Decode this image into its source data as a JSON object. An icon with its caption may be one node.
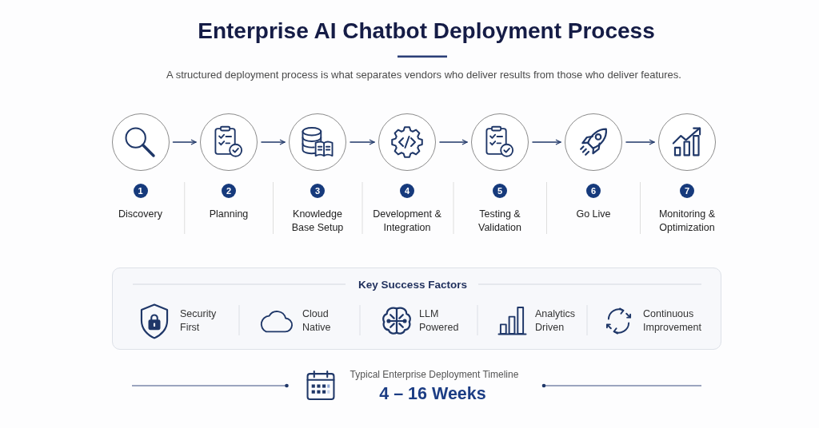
{
  "diagram": {
    "title": "Enterprise AI Chatbot Deployment Process",
    "nodes": [
      {
        "text": [],
        "shape": "circle",
        "beside": [
          "1",
          "Discovery"
        ]
      },
      {
        "text": [],
        "shape": "circle",
        "beside": [
          "2",
          "Planning"
        ]
      },
      {
        "text": [],
        "shape": "circle",
        "beside": [
          "3",
          "Knowledge Base Setup"
        ]
      },
      {
        "text": [],
        "shape": "circle",
        "beside": [
          "4",
          "Development & Integration"
        ]
      },
      {
        "text": [],
        "shape": "circle",
        "beside": [
          "5",
          "Testing & Validation"
        ]
      },
      {
        "text": [],
        "shape": "circle",
        "beside": [
          "6",
          "Go Live"
        ]
      },
      {
        "text": [],
        "shape": "circle",
        "beside": [
          "7",
          "Monitoring & Optimization"
        ]
      },
      {
        "text": [
          "Key Success Factors",
          "Security First",
          "Cloud Native",
          "LLM Powered",
          "Analytics Driven",
          "Continuous Improvement"
        ]
      }
    ],
    "edges": [
      {
        "from": 0,
        "to": 1,
        "arrow": "to"
      },
      {
        "from": 1,
        "to": 2,
        "arrow": "to"
      },
      {
        "from": 2,
        "to": 3,
        "arrow": "to"
      },
      {
        "from": 3,
        "to": 4,
        "arrow": "to"
      },
      {
        "from": 4,
        "to": 5,
        "arrow": "to"
      },
      {
        "from": 5,
        "to": 6,
        "arrow": "to"
      }
    ],
    "labels": [
      "A structured deployment process is what separates vendors who deliver results from those who deliver features.",
      "Typical Enterprise Deployment Timeline",
      "4 – 16 Weeks"
    ]
  }
}
